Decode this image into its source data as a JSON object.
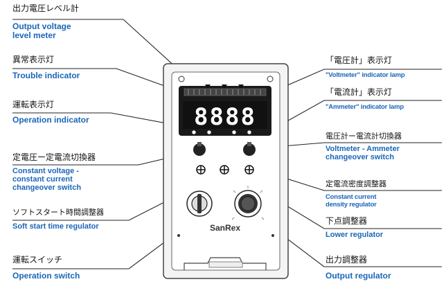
{
  "labels": {
    "output_meter": {
      "jp": "出力電圧レベル計",
      "en1": "Output voltage",
      "en2": "level meter"
    },
    "trouble": {
      "jp": "異常表示灯",
      "en": "Trouble indicator"
    },
    "operation_ind": {
      "jp": "運転表示灯",
      "en": "Operation indicator"
    },
    "cv_cc": {
      "jp": "定電圧ー定電流切換器",
      "en1": "Constant voltage -",
      "en2": "constant current",
      "en3": "changeover switch"
    },
    "soft_start": {
      "jp": "ソフトスタート時間調整器",
      "en": "Soft start time regulator"
    },
    "operation_sw": {
      "jp": "運転スイッチ",
      "en": "Operation switch"
    },
    "voltmeter_lamp": {
      "jp": "「電圧計」表示灯",
      "en": "\"Voltmeter\" indicator lamp"
    },
    "ammeter_lamp": {
      "jp": "「電流計」表示灯",
      "en": "\"Ammeter\" indicator lamp"
    },
    "meter_sw": {
      "jp": "電圧計ー電流計切換器",
      "en1": "Voltmeter - Ammeter",
      "en2": "changeover switch"
    },
    "density": {
      "jp": "定電流密度調整器",
      "en1": "Constant current",
      "en2": "density regulator"
    },
    "lower": {
      "jp": "下点調整器",
      "en": "Lower regulator"
    },
    "output_reg": {
      "jp": "出力調整器",
      "en": "Output regulator"
    }
  },
  "panel": {
    "display_value": "8888",
    "brand": "SanRex"
  },
  "colors": {
    "english_label": "#1a66b8",
    "display_bg": "#111111"
  }
}
